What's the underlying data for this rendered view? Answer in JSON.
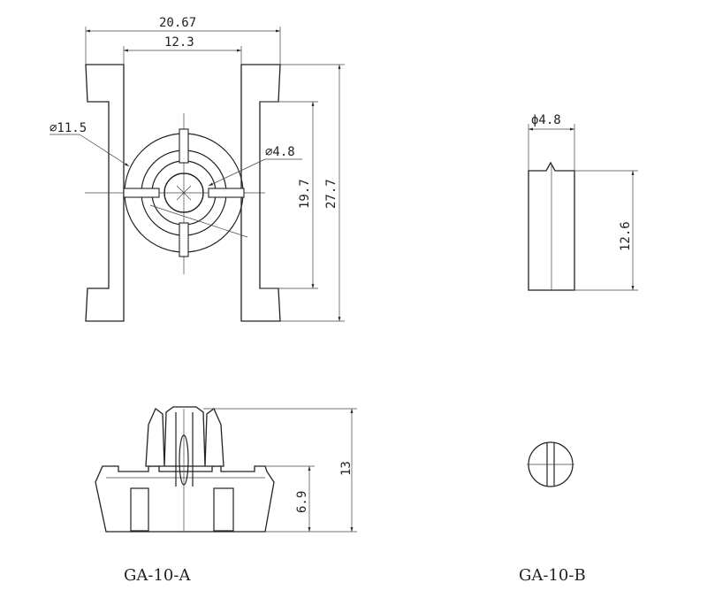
{
  "drawing": {
    "views": {
      "a_top": {
        "overall_width": "20.67",
        "inner_width": "12.3",
        "outer_ring_dia": "⌀11.5",
        "hole_dia": "⌀4.8",
        "inner_height": "19.7",
        "overall_height": "27.7"
      },
      "b_side": {
        "pin_dia": "ϕ4.8",
        "pin_height": "12.6"
      },
      "a_front": {
        "total_height": "13",
        "base_height": "6.9"
      }
    },
    "captions": {
      "part_a": "GA-10-A",
      "part_b": "GA-10-B"
    }
  }
}
